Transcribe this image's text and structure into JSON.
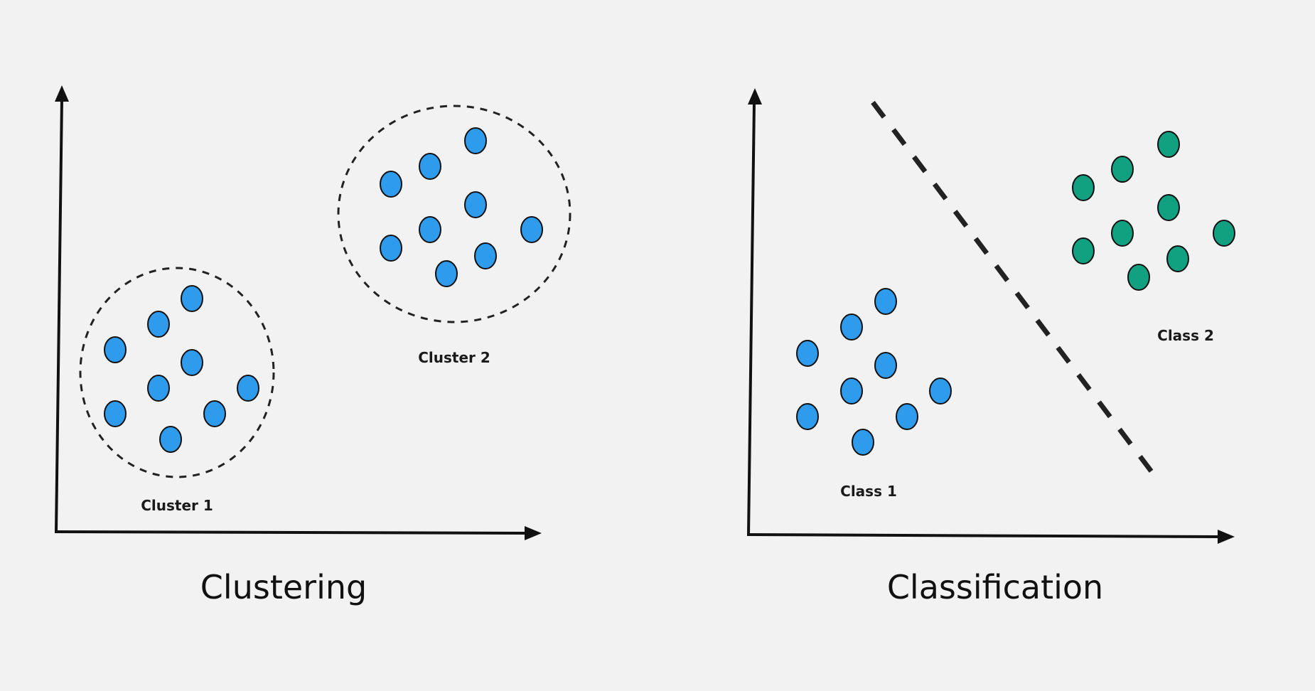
{
  "colors": {
    "background": "#f2f2f2",
    "blue_point": "#2f9bec",
    "green_point": "#11a080",
    "point_outline": "#111111",
    "axis": "#111111",
    "boundary": "#222222"
  },
  "panels": [
    {
      "caption": "Clustering",
      "groups": [
        {
          "label": "Cluster 1",
          "color": "blue_point"
        },
        {
          "label": "Cluster 2",
          "color": "blue_point"
        }
      ]
    },
    {
      "caption": "Classification",
      "groups": [
        {
          "label": "Class 1",
          "color": "blue_point"
        },
        {
          "label": "Class 2",
          "color": "green_point"
        }
      ]
    }
  ]
}
